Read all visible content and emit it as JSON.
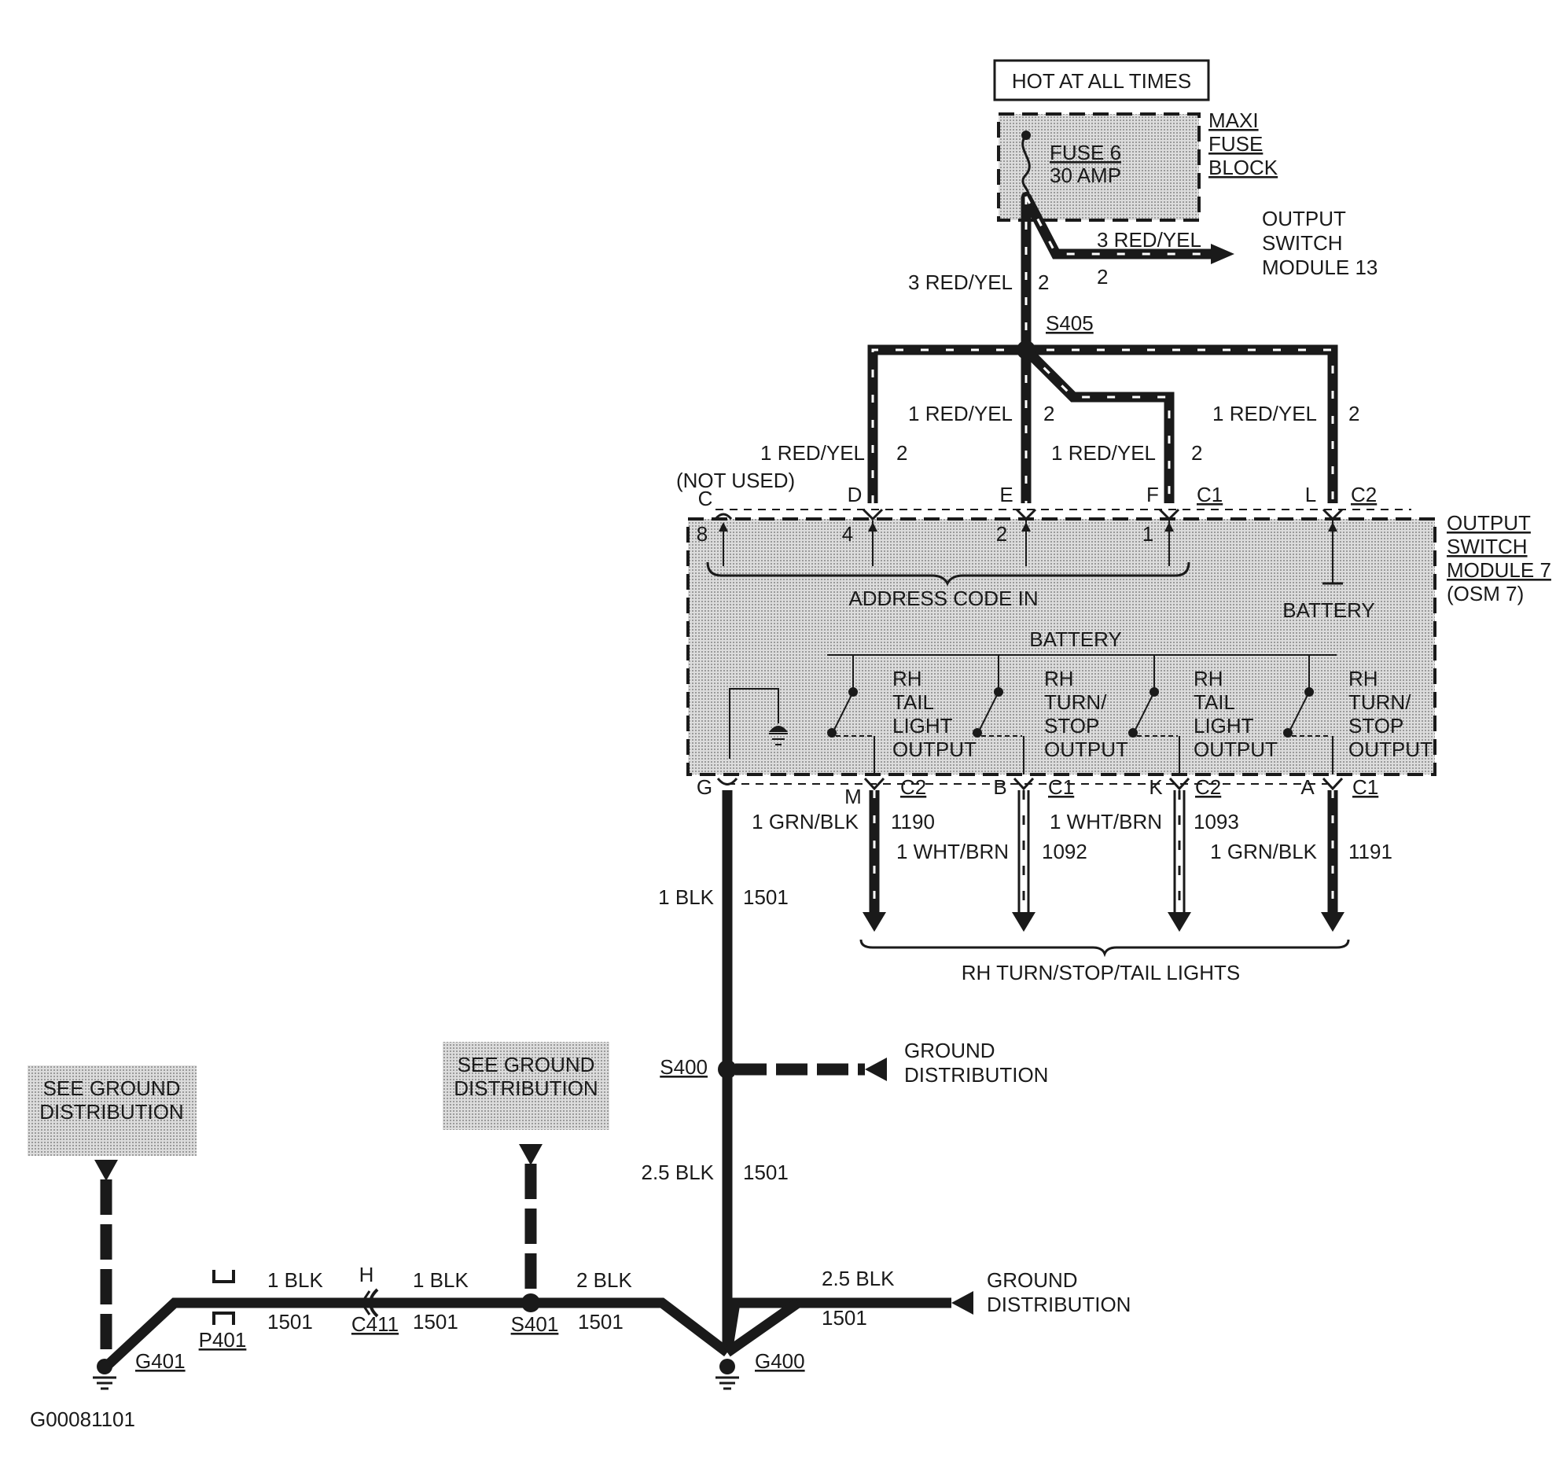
{
  "colors": {
    "ink": "#1a1a1a",
    "module_fill": "#d6d6d6",
    "wire_redyel_stripe": "#ffffff"
  },
  "power": {
    "hot_label": "HOT AT ALL TIMES",
    "block_lines": [
      "MAXI",
      "FUSE",
      "BLOCK"
    ],
    "fuse_name": "FUSE 6",
    "fuse_rating": "30 AMP"
  },
  "osm13": {
    "wire_label": "3 RED/YEL",
    "wire_num": "2",
    "dest_lines": [
      "OUTPUT",
      "SWITCH",
      "MODULE 13"
    ]
  },
  "feed": {
    "wire_label": "3 RED/YEL",
    "wire_num": "2",
    "splice": "S405"
  },
  "branches": [
    {
      "label": "1 RED/YEL",
      "num": "2"
    },
    {
      "label": "1 RED/YEL",
      "num": "2"
    },
    {
      "label": "1 RED/YEL",
      "num": "2"
    },
    {
      "label": "1 RED/YEL",
      "num": "2"
    }
  ],
  "module": {
    "name_lines": [
      "OUTPUT",
      "SWITCH",
      "MODULE 7"
    ],
    "abbrev": "(OSM 7)",
    "not_used": "(NOT USED)",
    "top_pins": [
      {
        "letter": "C",
        "num": "8"
      },
      {
        "letter": "D",
        "num": "4"
      },
      {
        "letter": "E",
        "num": "2"
      },
      {
        "letter": "F",
        "num": "1"
      },
      {
        "letter": "L",
        "num": ""
      }
    ],
    "connector_c1": "C1",
    "connector_c2": "C2",
    "address_label": "ADDRESS CODE IN",
    "battery_right": "BATTERY",
    "battery_mid": "BATTERY",
    "outputs": [
      {
        "lines": [
          "RH",
          "TAIL",
          "LIGHT",
          "OUTPUT"
        ]
      },
      {
        "lines": [
          "RH",
          "TURN/",
          "STOP",
          "OUTPUT"
        ]
      },
      {
        "lines": [
          "RH",
          "TAIL",
          "LIGHT",
          "OUTPUT"
        ]
      },
      {
        "lines": [
          "RH",
          "TURN/",
          "STOP",
          "OUTPUT"
        ]
      }
    ]
  },
  "bottom_pins": [
    {
      "letter": "G",
      "conn": ""
    },
    {
      "letter": "M",
      "conn": "C2"
    },
    {
      "letter": "B",
      "conn": "C1"
    },
    {
      "letter": "K",
      "conn": "C2"
    },
    {
      "letter": "A",
      "conn": "C1"
    }
  ],
  "out_wires": [
    {
      "label": "1 GRN/BLK",
      "num": "1190"
    },
    {
      "label": "1 WHT/BRN",
      "num": "1092"
    },
    {
      "label": "1 WHT/BRN",
      "num": "1093"
    },
    {
      "label": "1 GRN/BLK",
      "num": "1191"
    }
  ],
  "lights_label": "RH TURN/STOP/TAIL LIGHTS",
  "ground": {
    "g_wire": {
      "label": "1 BLK",
      "num": "1501"
    },
    "s400": "S400",
    "s400_dist": [
      "GROUND",
      "DISTRIBUTION"
    ],
    "lower_wire": {
      "label": "2.5 BLK",
      "num": "1501"
    },
    "g400": "G400",
    "right_wire": {
      "label": "2.5 BLK",
      "num": "1501"
    },
    "right_dist": [
      "GROUND",
      "DISTRIBUTION"
    ],
    "s401": "S401",
    "s401_wire": {
      "label": "2 BLK",
      "num": "1501"
    },
    "see_box_1": [
      "SEE GROUND",
      "DISTRIBUTION"
    ],
    "see_box_2": [
      "SEE GROUND",
      "DISTRIBUTION"
    ],
    "c411_letter": "H",
    "c411": "C411",
    "c411_wire": {
      "label": "1 BLK",
      "num": "1501"
    },
    "p401": "P401",
    "p401_wire": {
      "label": "1 BLK",
      "num": "1501"
    },
    "g401": "G401"
  },
  "figure_id": "G00081101"
}
